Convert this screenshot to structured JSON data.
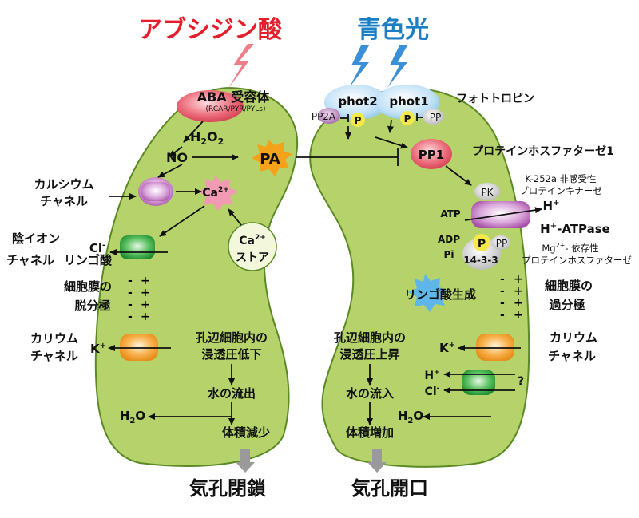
{
  "stimuli": {
    "aba_title": "アブシジン酸",
    "blue_light_title": "青色光"
  },
  "colors": {
    "cell_fill": "#b5d36a",
    "cell_stroke": "#5b8a24",
    "aba_red": "#e61e2b",
    "blue_title": "#1c7fc4",
    "lightning_pink": "#f07d8a",
    "lightning_blue": "#3a8fd6",
    "pa_orange": "#f5a21b",
    "ca_pink": "#f29ab4"
  },
  "closure": {
    "receptor_label": "ABA 受容体",
    "receptor_sub": "(RCAR/PYR/PYLs)",
    "h2o2": "H",
    "h2o2_sub1": "2",
    "h2o2_mid": "O",
    "h2o2_sub2": "2",
    "no": "NO",
    "pa": "PA",
    "calcium_channel_line1": "カルシウム",
    "calcium_channel_line2": "チャネル",
    "ca": "Ca",
    "ca_sup": "2+",
    "anion_line1": "陰イオン",
    "anion_line2": "チャネル",
    "cl": "Cl",
    "cl_sup": "-",
    "malate": "リンゴ酸",
    "ca_store_line1": "Ca",
    "ca_store_sup": "2+",
    "ca_store_line2": "ストア",
    "depol_line1": "細胞膜の",
    "depol_line2": "脱分極",
    "k_channel_line1": "カリウム",
    "k_channel_line2": "チャネル",
    "k": "K",
    "k_sup": "+",
    "osm_line1": "孔辺細胞内の",
    "osm_line2": "浸透圧低下",
    "water": "水の流出",
    "h2o": "H",
    "h2o_sub": "2",
    "h2o_end": "O",
    "volume": "体積減少",
    "result": "気孔閉鎖"
  },
  "opening": {
    "phot2": "phot2",
    "phot1": "phot1",
    "phototropin": "フォトトロピン",
    "pp2a": "PP2A",
    "p": "P",
    "pp": "PP",
    "pp1": "PP1",
    "pp1_label": "プロテインホスファターゼ1",
    "pk_note_line1": "K-252a 非感受性",
    "pk_note_line2": "プロテインキナーゼ",
    "pk": "PK",
    "atp": "ATP",
    "h": "H",
    "h_sup": "+",
    "atpase": "-ATPase",
    "adp": "ADP",
    "pi": "Pi",
    "p1433": "14-3-3",
    "mg_note_line1": "- 依存性",
    "mg_note_mg": "Mg",
    "mg_note_sup": "2+",
    "mg_note_line2": "プロテインホスファターゼ",
    "malate_synth": "リンゴ酸生成",
    "hyper_line1": "細胞膜の",
    "hyper_line2": "過分極",
    "k_channel_line1": "カリウム",
    "k_channel_line2": "チャネル",
    "k": "K",
    "k_sup": "+",
    "h_in": "H",
    "h_in_sup": "+",
    "cl_in": "Cl",
    "cl_in_sup": "-",
    "question": "?",
    "osm_line1": "孔辺細胞内の",
    "osm_line2": "浸透圧上昇",
    "water": "水の流入",
    "h2o": "H",
    "h2o_sub": "2",
    "h2o_end": "O",
    "volume": "体積増加",
    "result": "気孔開口"
  }
}
